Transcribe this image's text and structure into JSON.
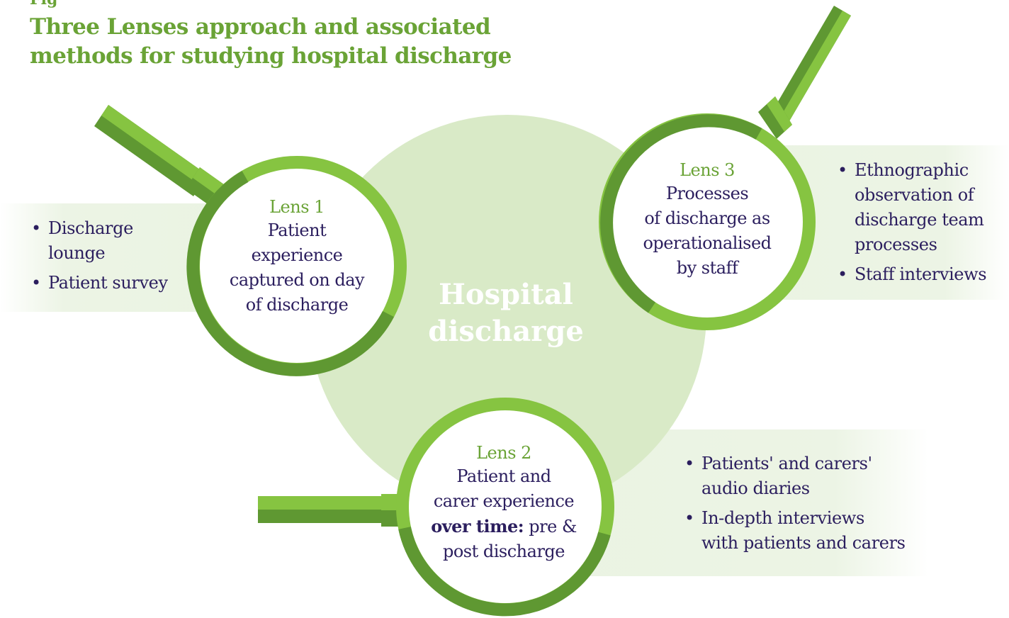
{
  "figure_label_partial": "Fig",
  "title": {
    "line1": "Three Lenses approach and associated",
    "line2": "methods for studying hospital discharge"
  },
  "center": {
    "line1": "Hospital",
    "line2": "discharge"
  },
  "lens1": {
    "name": "Lens 1",
    "desc_line1": "Patient",
    "desc_line2": "experience",
    "desc_line3": "captured on day",
    "desc_line4": "of discharge",
    "methods": [
      {
        "line1": "Discharge",
        "line2": "lounge"
      },
      {
        "line1": "Patient survey"
      }
    ]
  },
  "lens2": {
    "name": "Lens 2",
    "desc_line1": "Patient and",
    "desc_line2": "carer experience",
    "desc_bold3": "over time:",
    "desc_norm3": " pre &",
    "desc_line4": "post discharge",
    "methods": [
      {
        "line1": "Patients' and carers'",
        "line2": "audio diaries"
      },
      {
        "line1": "In-depth interviews",
        "line2": "with patients and carers"
      }
    ]
  },
  "lens3": {
    "name": "Lens 3",
    "desc_line1": "Processes",
    "desc_line2": "of discharge as",
    "desc_line3": "operationalised",
    "desc_line4": "by staff",
    "methods": [
      {
        "line1": "Ethnographic",
        "line2": "observation of",
        "line3": "discharge team",
        "line4": "processes"
      },
      {
        "line1": "Staff interviews"
      }
    ]
  },
  "bullet_char": "•",
  "colors": {
    "title_green": "#6aa336",
    "lens_light_green": "#86c441",
    "lens_dark_green": "#5f9832",
    "center_fill": "#d9eac7",
    "panel_fill": "#eaf3e2",
    "navy_text": "#2b1e5e"
  }
}
